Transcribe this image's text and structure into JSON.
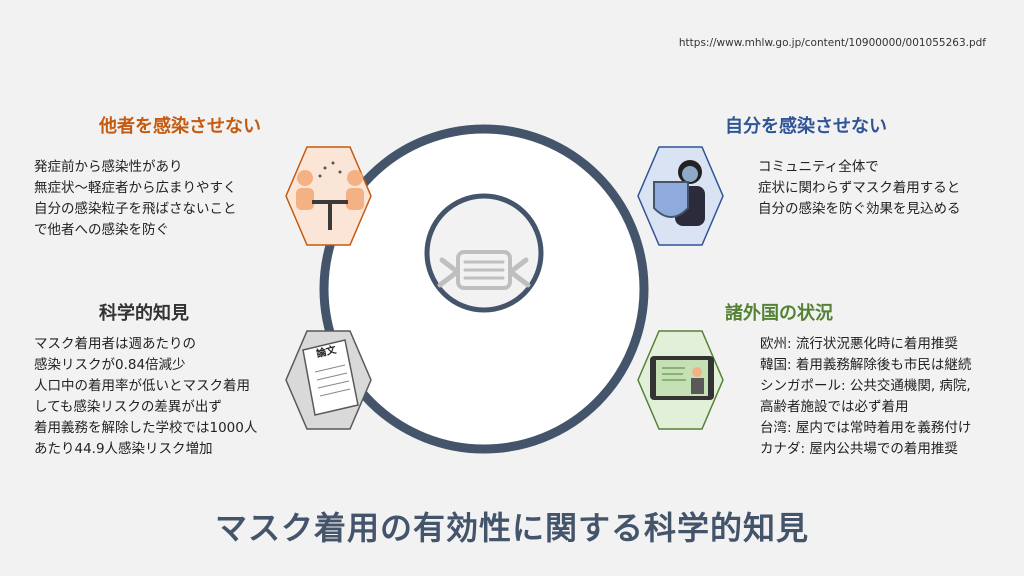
{
  "source_url": "https://www.mhlw.go.jp/content/10900000/001055263.pdf",
  "main_title": "マスク着用の有効性に関する科学的知見",
  "colors": {
    "ring": "#44546a",
    "orange": "#c55a11",
    "blue": "#2f5597",
    "green": "#548235",
    "gray": "#595959"
  },
  "sections": {
    "protect_others": {
      "title": "他者を感染させない",
      "lines": [
        "発症前から感染性があり",
        "無症状～軽症者から広まりやすく",
        "自分の感染粒子を飛ばさないこと",
        "で他者への感染を防ぐ"
      ],
      "icon": "people-sneezing-icon"
    },
    "protect_self": {
      "title": "自分を感染させない",
      "lines": [
        "コミュニティ全体で",
        "症状に関わらずマスク着用すると",
        "自分の感染を防ぐ効果を見込める"
      ],
      "icon": "person-with-shield-icon"
    },
    "scientific": {
      "title": "科学的知見",
      "lines": [
        "マスク着用者は週あたりの",
        "感染リスクが0.84倍減少",
        "人口中の着用率が低いとマスク着用",
        "しても感染リスクの差異が出ず",
        "着用義務を解除した学校では1000人",
        "あたり44.9人感染リスク増加"
      ],
      "icon": "paper-document-icon",
      "icon_label": "論文"
    },
    "overseas": {
      "title": "諸外国の状況",
      "lines": [
        "欧州: 流行状況悪化時に着用推奨",
        "韓国: 着用義務解除後も市民は継続",
        "シンガポール: 公共交通機関, 病院,",
        "高齢者施設では必ず着用",
        "台湾: 屋内では常時着用を義務付け",
        "カナダ: 屋内公共場での着用推奨"
      ],
      "icon": "tablet-lecture-icon"
    }
  }
}
